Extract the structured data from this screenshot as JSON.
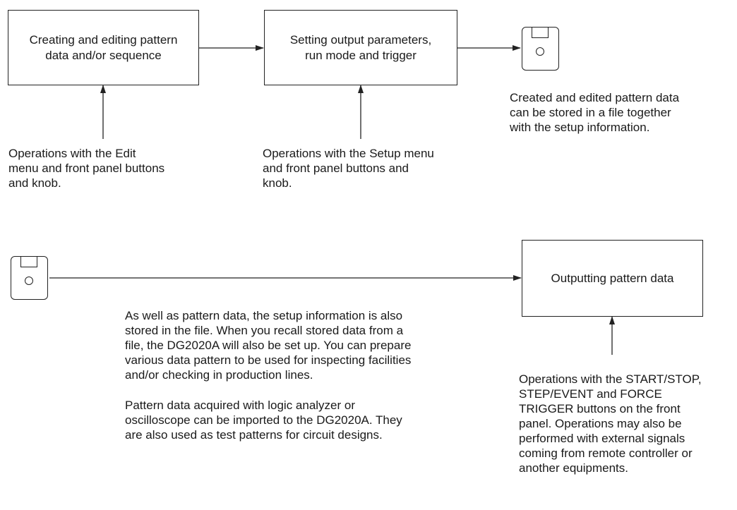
{
  "boxes": {
    "create_edit": "Creating and editing pattern\ndata and/or sequence",
    "setup": "Setting output parameters,\nrun mode and trigger",
    "output": "Outputting pattern data"
  },
  "notes": {
    "edit_ops": "Operations with the Edit\nmenu and front panel buttons\nand knob.",
    "setup_ops": "Operations with the Setup menu\n and front panel buttons and\n knob.",
    "store_file": "Created and edited pattern data\ncan be stored in a file together\nwith the setup information.",
    "recall_file": "As well as pattern data, the setup information is also\nstored in the file. When you recall stored data from a\nfile, the DG2020A will also be set up. You can prepare\nvarious data pattern to be used for inspecting facilities\nand/or checking in production lines.",
    "import": "Pattern data acquired with logic analyzer or\noscilloscope can be imported to the DG2020A. They\nare also used as test patterns for circuit designs.",
    "trigger_ops": "Operations with the START/STOP,\nSTEP/EVENT and FORCE\nTRIGGER buttons on the front\npanel. Operations may also be\nperformed with external signals\ncoming from remote controller or\nanother equipments."
  },
  "icons": {
    "disk_store": "floppy-disk-icon",
    "disk_recall": "floppy-disk-icon"
  }
}
